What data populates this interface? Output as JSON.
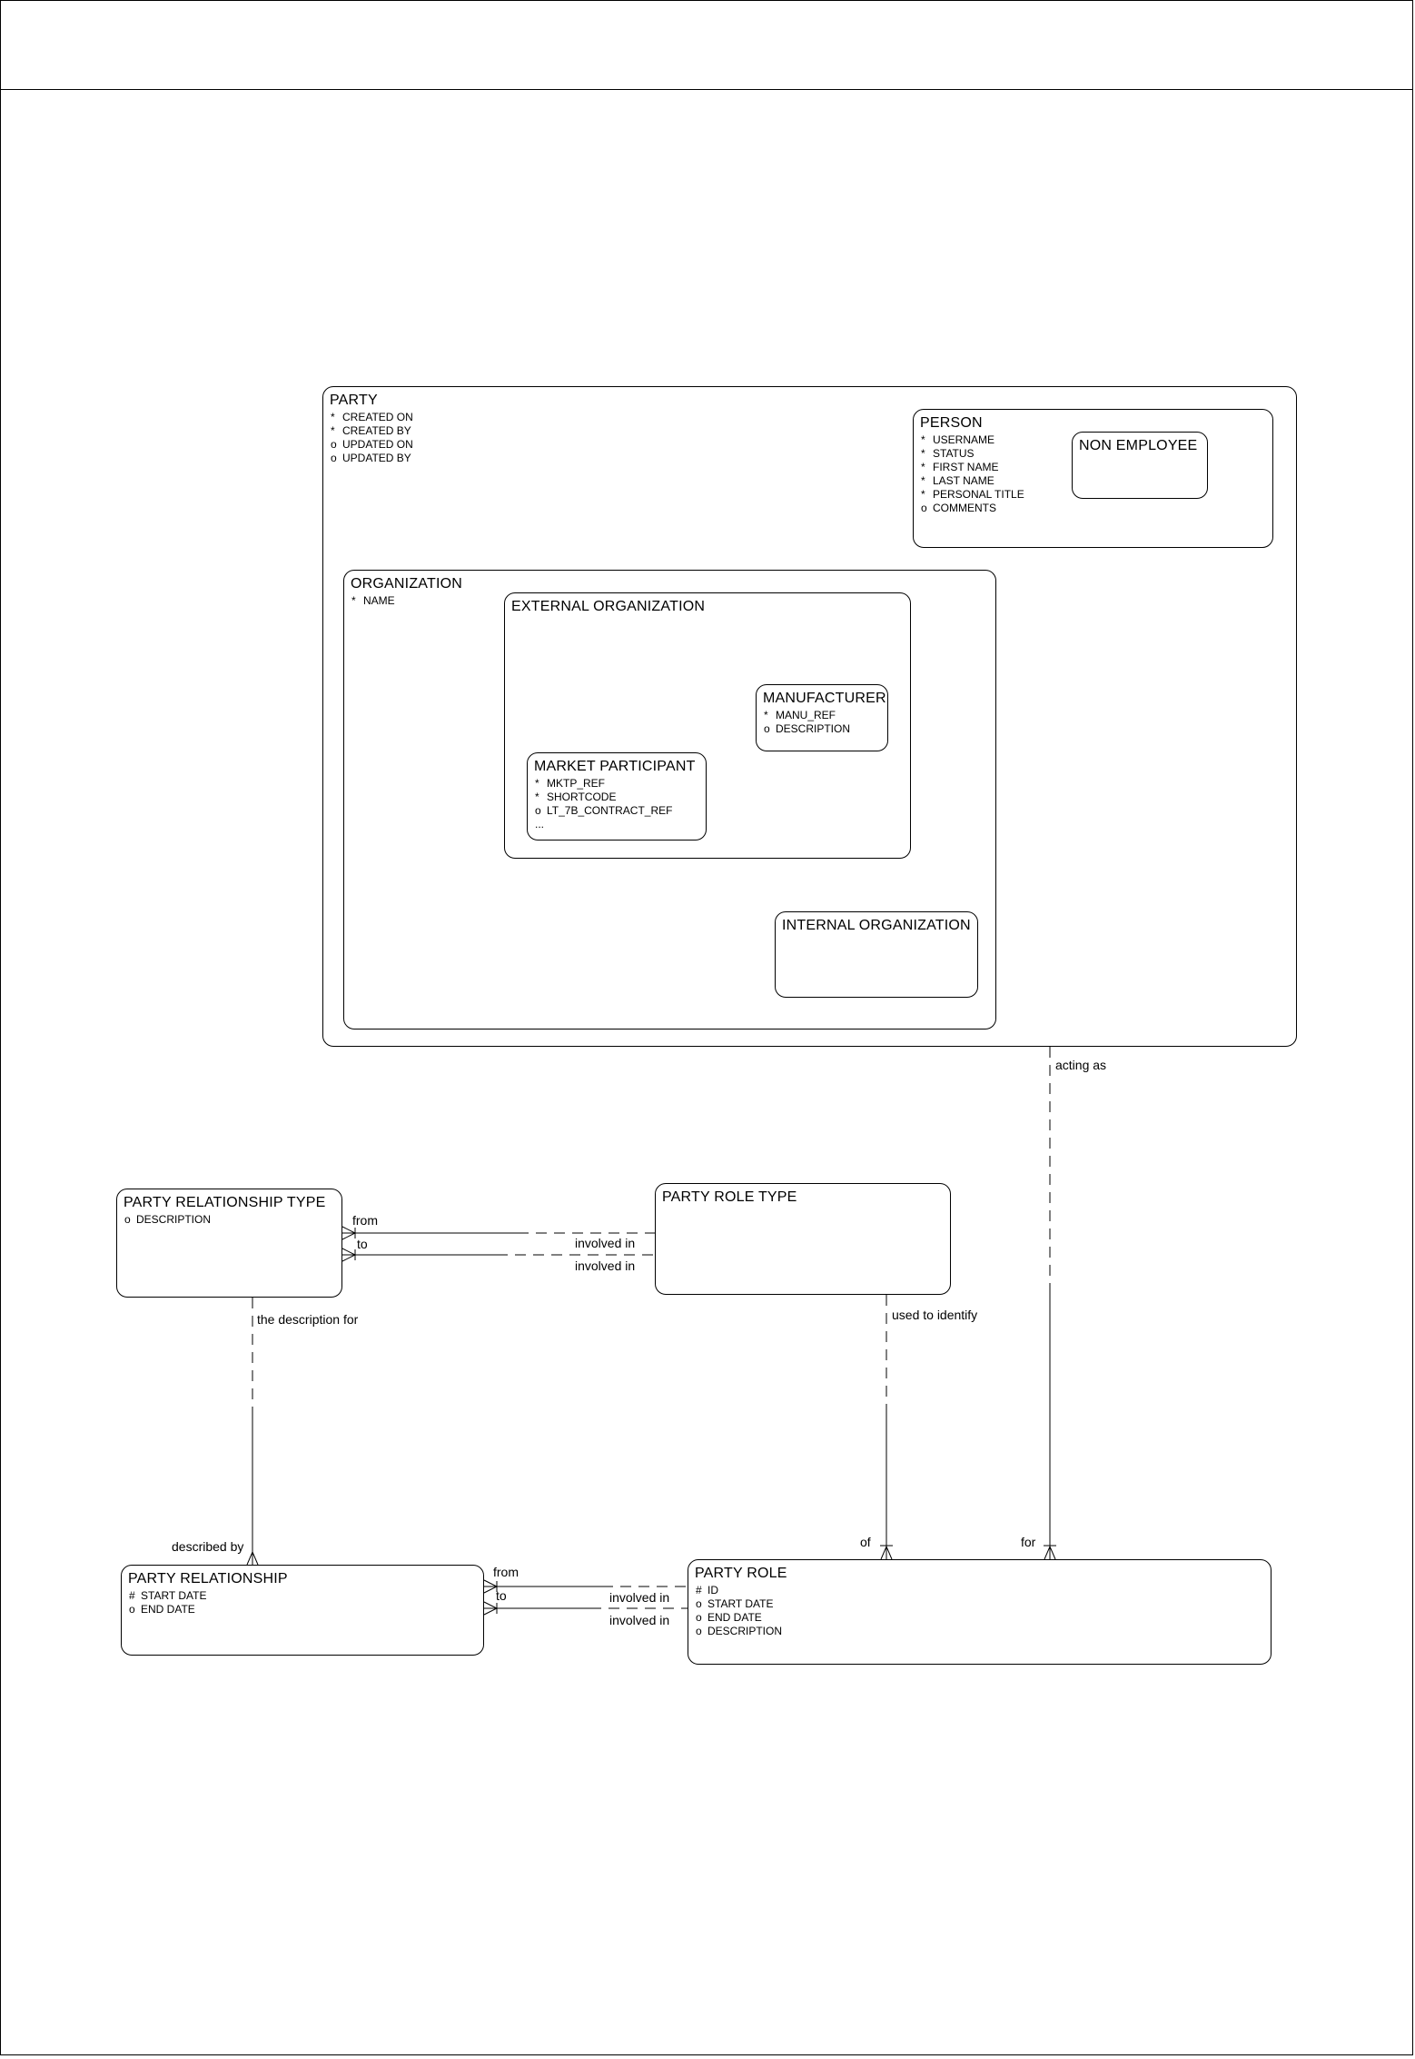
{
  "diagram": {
    "kind": "entity-relationship-diagram",
    "background": "#ffffff",
    "line_color": "#000000"
  },
  "entities": {
    "party": {
      "title": "PARTY",
      "attributes": [
        {
          "marker": "*",
          "name": "CREATED ON"
        },
        {
          "marker": "*",
          "name": "CREATED BY"
        },
        {
          "marker": "o",
          "name": "UPDATED ON"
        },
        {
          "marker": "o",
          "name": "UPDATED BY"
        }
      ]
    },
    "person": {
      "title": "PERSON",
      "attributes": [
        {
          "marker": "*",
          "name": "USERNAME"
        },
        {
          "marker": "*",
          "name": "STATUS"
        },
        {
          "marker": "*",
          "name": "FIRST NAME"
        },
        {
          "marker": "*",
          "name": "LAST NAME"
        },
        {
          "marker": "*",
          "name": "PERSONAL TITLE"
        },
        {
          "marker": "o",
          "name": "COMMENTS"
        }
      ]
    },
    "non_employee": {
      "title": "NON EMPLOYEE",
      "attributes": []
    },
    "organization": {
      "title": "ORGANIZATION",
      "attributes": [
        {
          "marker": "*",
          "name": "NAME"
        }
      ]
    },
    "external_organization": {
      "title": "EXTERNAL ORGANIZATION",
      "attributes": []
    },
    "manufacturer": {
      "title": "MANUFACTURER",
      "attributes": [
        {
          "marker": "*",
          "name": "MANU_REF"
        },
        {
          "marker": "o",
          "name": "DESCRIPTION"
        }
      ]
    },
    "market_participant": {
      "title": "MARKET PARTICIPANT",
      "attributes": [
        {
          "marker": "*",
          "name": "MKTP_REF"
        },
        {
          "marker": "*",
          "name": "SHORTCODE"
        },
        {
          "marker": "o",
          "name": "LT_7B_CONTRACT_REF"
        },
        {
          "marker": "...",
          "name": ""
        }
      ]
    },
    "internal_organization": {
      "title": "INTERNAL ORGANIZATION",
      "attributes": []
    },
    "party_relationship_type": {
      "title": "PARTY RELATIONSHIP TYPE",
      "attributes": [
        {
          "marker": "o",
          "name": "DESCRIPTION"
        }
      ]
    },
    "party_role_type": {
      "title": "PARTY ROLE TYPE",
      "attributes": []
    },
    "party_relationship": {
      "title": "PARTY RELATIONSHIP",
      "attributes": [
        {
          "marker": "#",
          "name": "START DATE"
        },
        {
          "marker": "o",
          "name": "END DATE"
        }
      ]
    },
    "party_role": {
      "title": "PARTY ROLE",
      "attributes": [
        {
          "marker": "#",
          "name": "ID"
        },
        {
          "marker": "o",
          "name": "START DATE"
        },
        {
          "marker": "o",
          "name": "END DATE"
        },
        {
          "marker": "o",
          "name": "DESCRIPTION"
        }
      ]
    }
  },
  "relationships": {
    "acting_as": {
      "near_label": "acting as",
      "far_label": "for"
    },
    "used_to_identify": {
      "near_label": "used to identify",
      "far_label": "of"
    },
    "description_for": {
      "near_label": "the description for",
      "far_label": "described by"
    },
    "type_from": {
      "near_label": "from",
      "far_label": "involved in"
    },
    "type_to": {
      "near_label": "to",
      "far_label": "involved in"
    },
    "rel_from": {
      "near_label": "from",
      "far_label": "involved in"
    },
    "rel_to": {
      "near_label": "to",
      "far_label": "involved in"
    }
  }
}
